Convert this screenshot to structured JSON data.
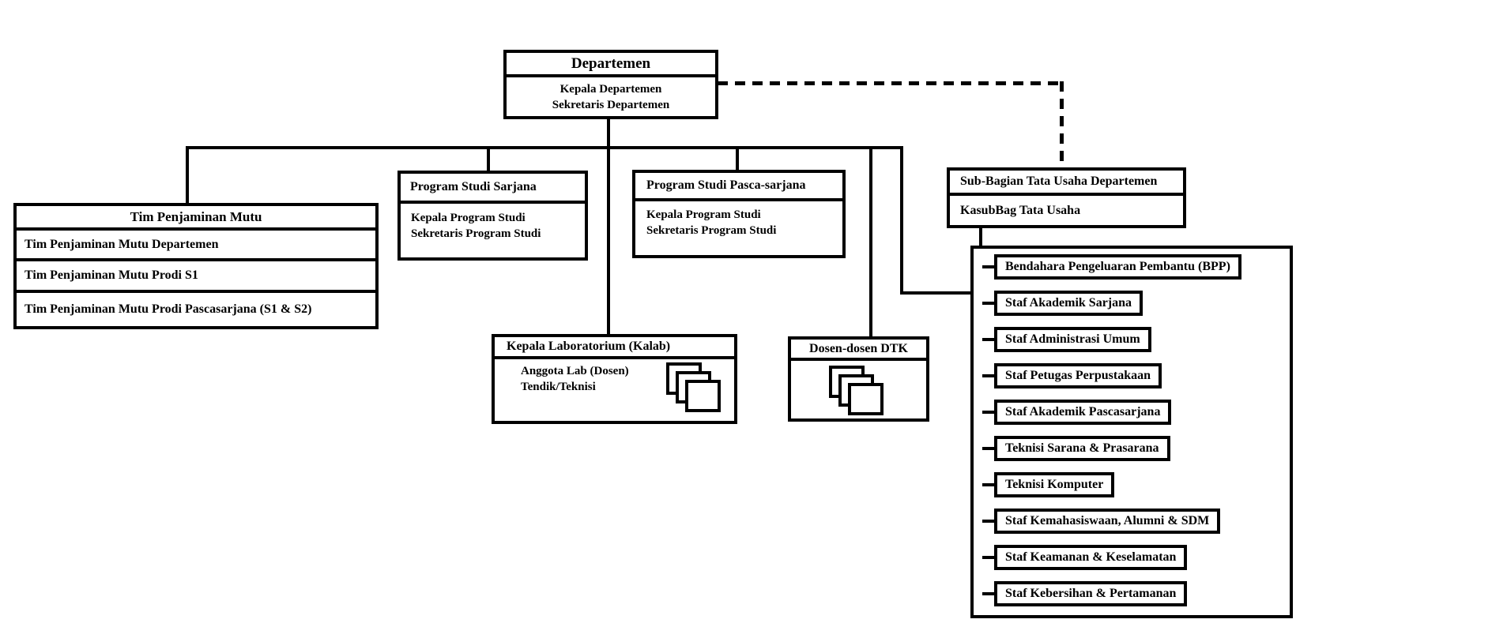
{
  "diagram": {
    "type": "organizational-chart",
    "background_color": "#ffffff",
    "line_color": "#000000",
    "nodes": {
      "departemen": {
        "title": "Departemen",
        "body_lines": [
          "Kepala Departemen",
          "Sekretaris Departemen"
        ]
      },
      "tim_penjaminan_mutu": {
        "title": "Tim Penjaminan Mutu",
        "rows": [
          "Tim Penjaminan Mutu Departemen",
          "Tim Penjaminan Mutu Prodi S1",
          "Tim Penjaminan Mutu Prodi Pascasarjana (S1 & S2)"
        ]
      },
      "program_studi_sarjana": {
        "title": "Program Studi Sarjana",
        "body_lines": [
          "Kepala Program Studi",
          "Sekretaris Program Studi"
        ]
      },
      "program_studi_pascasarjana": {
        "title": "Program Studi Pasca-sarjana",
        "body_lines": [
          "Kepala Program Studi",
          "Sekretaris Program Studi"
        ]
      },
      "kepala_laboratorium": {
        "title": "Kepala Laboratorium (Kalab)",
        "body_lines": [
          "Anggota Lab (Dosen)",
          "Tendik/Teknisi"
        ],
        "icon": "stacked-documents-icon"
      },
      "dosen_dosen_dtk": {
        "title": "Dosen-dosen DTK",
        "icon": "stacked-documents-icon"
      },
      "sub_bagian_tata_usaha": {
        "title": "Sub-Bagian Tata Usaha Departemen",
        "body_lines": [
          "KasubBag Tata Usaha"
        ]
      }
    },
    "staff": {
      "items": [
        "Bendahara Pengeluaran Pembantu (BPP)",
        "Staf Akademik Sarjana",
        "Staf Administrasi Umum",
        "Staf Petugas Perpustakaan",
        "Staf Akademik Pascasarjana",
        "Teknisi Sarana & Prasarana",
        "Teknisi Komputer",
        "Staf Kemahasiswaan, Alumni & SDM",
        "Staf Keamanan & Keselamatan",
        "Staf Kebersihan & Pertamanan"
      ]
    },
    "connections": {
      "solid": "hierarchy lines",
      "dashed": "Departemen to Sub-Bagian Tata Usaha Departemen"
    }
  }
}
